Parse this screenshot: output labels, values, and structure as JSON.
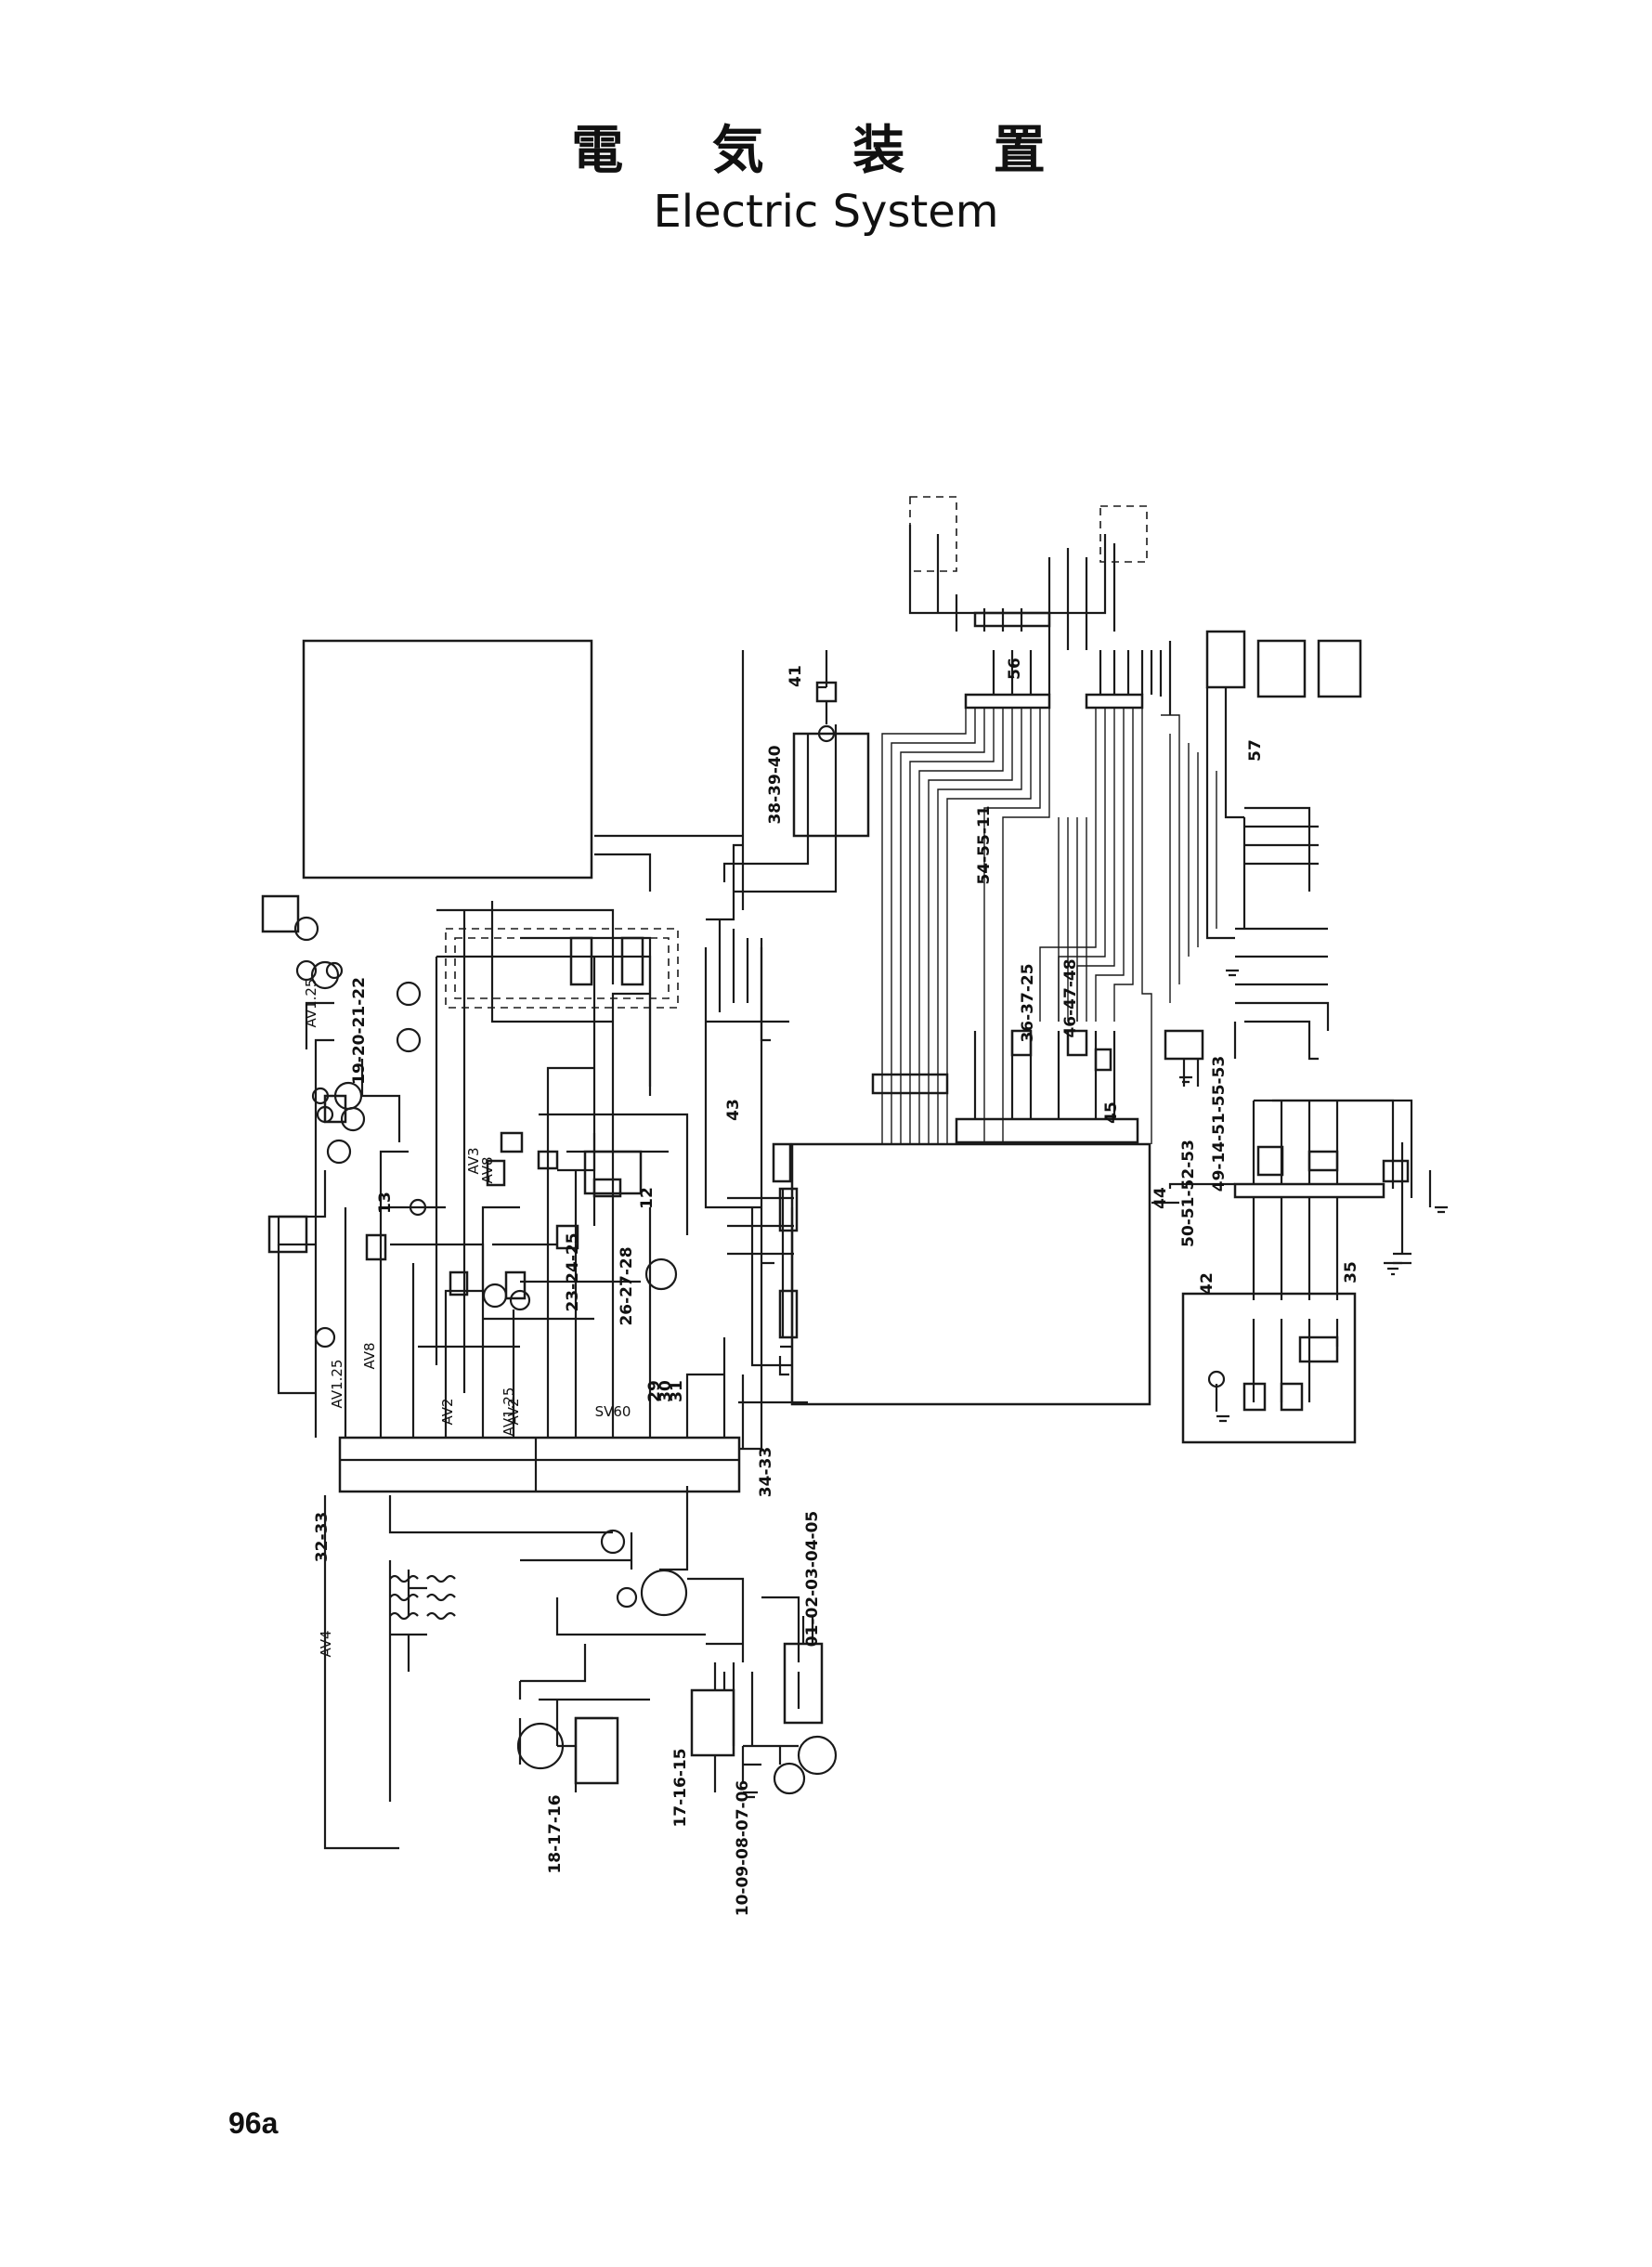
{
  "header": {
    "title_jp": "電 気 装 置",
    "title_en": "Electric System"
  },
  "page_number": "96a",
  "diagram": {
    "ref_numbers": [
      {
        "id": "n38",
        "text": "38-39-40"
      },
      {
        "id": "n41",
        "text": "41"
      },
      {
        "id": "n56",
        "text": "56"
      },
      {
        "id": "n57",
        "text": "57"
      },
      {
        "id": "n54",
        "text": "54-55-11"
      },
      {
        "id": "n36",
        "text": "36-37-25"
      },
      {
        "id": "n46",
        "text": "46-47-48"
      },
      {
        "id": "n45",
        "text": "45"
      },
      {
        "id": "n43",
        "text": "43"
      },
      {
        "id": "n44",
        "text": "44"
      },
      {
        "id": "n50",
        "text": "50-51-52-53"
      },
      {
        "id": "n49",
        "text": "49-14-51-55-53"
      },
      {
        "id": "n35",
        "text": "35"
      },
      {
        "id": "n42",
        "text": "42"
      },
      {
        "id": "n19",
        "text": "19-20-21-22"
      },
      {
        "id": "n13",
        "text": "13"
      },
      {
        "id": "n12",
        "text": "12"
      },
      {
        "id": "n26",
        "text": "26-27-28"
      },
      {
        "id": "n23",
        "text": "23-24-25"
      },
      {
        "id": "n29",
        "text": "29"
      },
      {
        "id": "n30",
        "text": "30"
      },
      {
        "id": "n31",
        "text": "31"
      },
      {
        "id": "n32",
        "text": "32-33"
      },
      {
        "id": "n34",
        "text": "34-33"
      },
      {
        "id": "n01",
        "text": "01-02-03-04-05"
      },
      {
        "id": "n18",
        "text": "18-17-16"
      },
      {
        "id": "n17",
        "text": "17-16-15"
      },
      {
        "id": "n10",
        "text": "10-09-08-07-06"
      }
    ],
    "wire_labels": [
      "AV1.25",
      "AV8",
      "AV2",
      "AV1.25",
      "AV3",
      "SV60",
      "AV8",
      "AV4",
      "AV2",
      "AV1.25"
    ]
  }
}
